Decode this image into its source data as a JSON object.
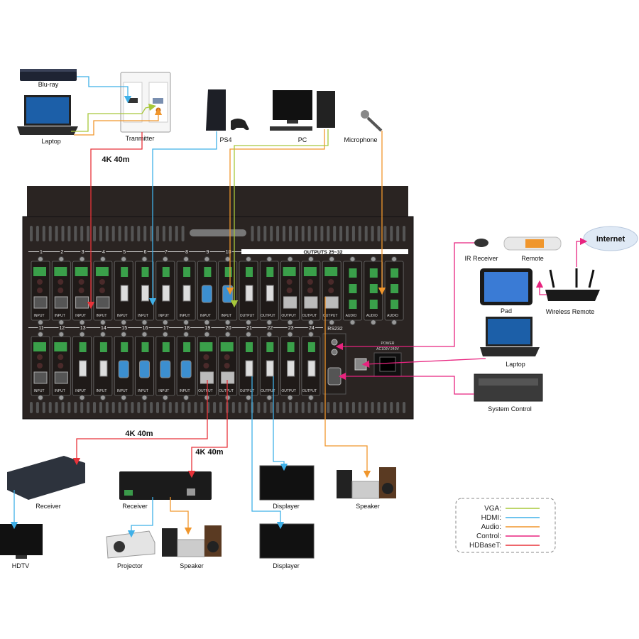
{
  "colors": {
    "vga": "#a8c83a",
    "hdmi": "#3fb0e8",
    "audio": "#f0962c",
    "control": "#e8237f",
    "hdbaset": "#e8333a",
    "chassis": "#2a2422"
  },
  "sources": {
    "bluray": "Blu-ray",
    "laptop_left": "Laptop",
    "transmitter": "Tranmitter",
    "ps4": "PS4",
    "pc": "PC",
    "microphone": "Microphone"
  },
  "distances": {
    "top": "4K 40m",
    "bottom_left": "4K 40m",
    "bottom_mid": "4K 40m"
  },
  "chassis": {
    "outputs_banner": "OUTPUTS 25~32",
    "rs232": "RS232",
    "power": "POWER",
    "power_rating": "AC100V-240V",
    "top_numbers": [
      "1",
      "2",
      "3",
      "4",
      "5",
      "6",
      "7",
      "8",
      "9",
      "10"
    ],
    "bottom_numbers": [
      "11",
      "12",
      "13",
      "14",
      "15",
      "16",
      "17",
      "18",
      "19",
      "20",
      "21",
      "22",
      "23",
      "24"
    ],
    "slot_labels": {
      "input": "INPUT",
      "output": "OUTPUT",
      "audio": "AUDIO"
    }
  },
  "control": {
    "ir_receiver": "IR Receiver",
    "remote": "Remote",
    "internet": "Internet",
    "pad": "Pad",
    "wireless_remote": "Wireless Remote",
    "laptop": "Laptop",
    "system_control": "System Control"
  },
  "outputs": {
    "receiver_left": "Receiver",
    "hdtv": "HDTV",
    "receiver_mid": "Receiver",
    "projector": "Projector",
    "speaker_mid": "Speaker",
    "displayer_1": "Displayer",
    "displayer_2": "Displayer",
    "speaker_right": "Speaker"
  },
  "legend": [
    {
      "label": "VGA:",
      "type": "vga"
    },
    {
      "label": "HDMI:",
      "type": "hdmi"
    },
    {
      "label": "Audio:",
      "type": "audio"
    },
    {
      "label": "Control:",
      "type": "control"
    },
    {
      "label": "HDBaseT:",
      "type": "hdbaset"
    }
  ]
}
